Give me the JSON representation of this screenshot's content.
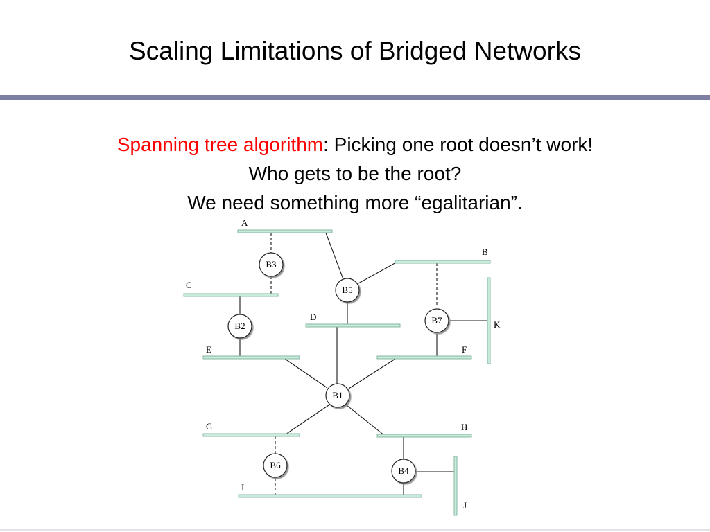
{
  "slide": {
    "title": "Scaling Limitations of Bridged Networks",
    "line1_highlight": "Spanning tree algorithm",
    "line1_rest": ": Picking one root doesn’t work!",
    "line2": "Who gets to be the root?",
    "line3": "We need something more “egalitarian”."
  },
  "colors": {
    "highlight": "#ff0000",
    "title_rule": "#7d7fa3",
    "segment": "#c8ecdc",
    "segment_edge": "#86b6a2"
  },
  "diagram": {
    "segments": [
      "A",
      "B",
      "C",
      "D",
      "E",
      "F",
      "G",
      "H",
      "I",
      "J",
      "K"
    ],
    "bridges": [
      "B1",
      "B2",
      "B3",
      "B4",
      "B5",
      "B6",
      "B7"
    ]
  }
}
